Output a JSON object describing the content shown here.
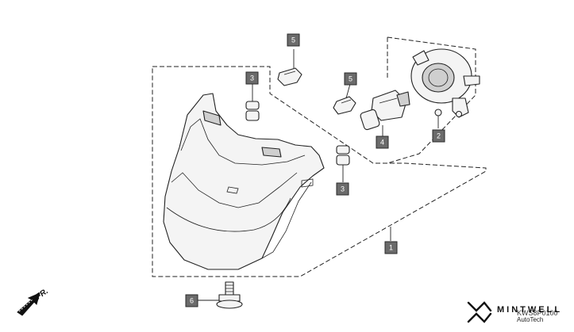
{
  "callouts": {
    "c1": "1",
    "c2": "2",
    "c3a": "3",
    "c3b": "3",
    "c4": "4",
    "c5a": "5",
    "c5b": "5",
    "c6": "6"
  },
  "direction_label": "FR.",
  "diagram_code": "KWS8P0100",
  "brand": {
    "name": "MINTWELL",
    "sub": "AutoTech"
  }
}
